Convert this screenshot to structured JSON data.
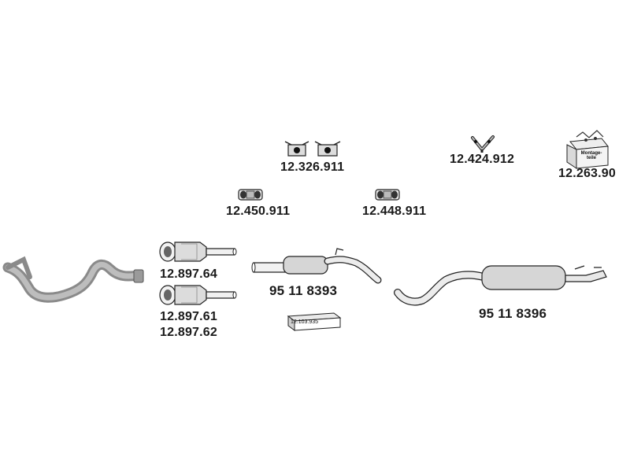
{
  "parts": {
    "p1": {
      "number": "12.326.911",
      "icon": "hanger-bracket-icon"
    },
    "p2": {
      "number": "12.424.912",
      "icon": "y-hanger-icon"
    },
    "p3": {
      "number": "12.263.90",
      "icon": "mounting-kit-box-icon"
    },
    "p4": {
      "number": "12.450.911",
      "icon": "rubber-mount-icon"
    },
    "p5": {
      "number": "12.448.911",
      "icon": "rubber-mount-icon"
    },
    "p6": {
      "number": "12.897.64",
      "icon": "catalytic-converter-icon"
    },
    "p7": {
      "number": "12.897.61",
      "icon": "catalytic-converter-icon"
    },
    "p8": {
      "number": "12.897.62"
    },
    "p9": {
      "number": "95 11 8393",
      "icon": "middle-silencer-icon"
    },
    "p10": {
      "number": "95 11 8396",
      "icon": "rear-silencer-icon"
    },
    "p11": {
      "icon": "front-pipe-icon"
    }
  },
  "kit_box": {
    "label_line1": "Montage-",
    "label_line2": "teile"
  },
  "small_box": {
    "label": "12.103.935",
    "icon": "clamp-box-icon"
  }
}
